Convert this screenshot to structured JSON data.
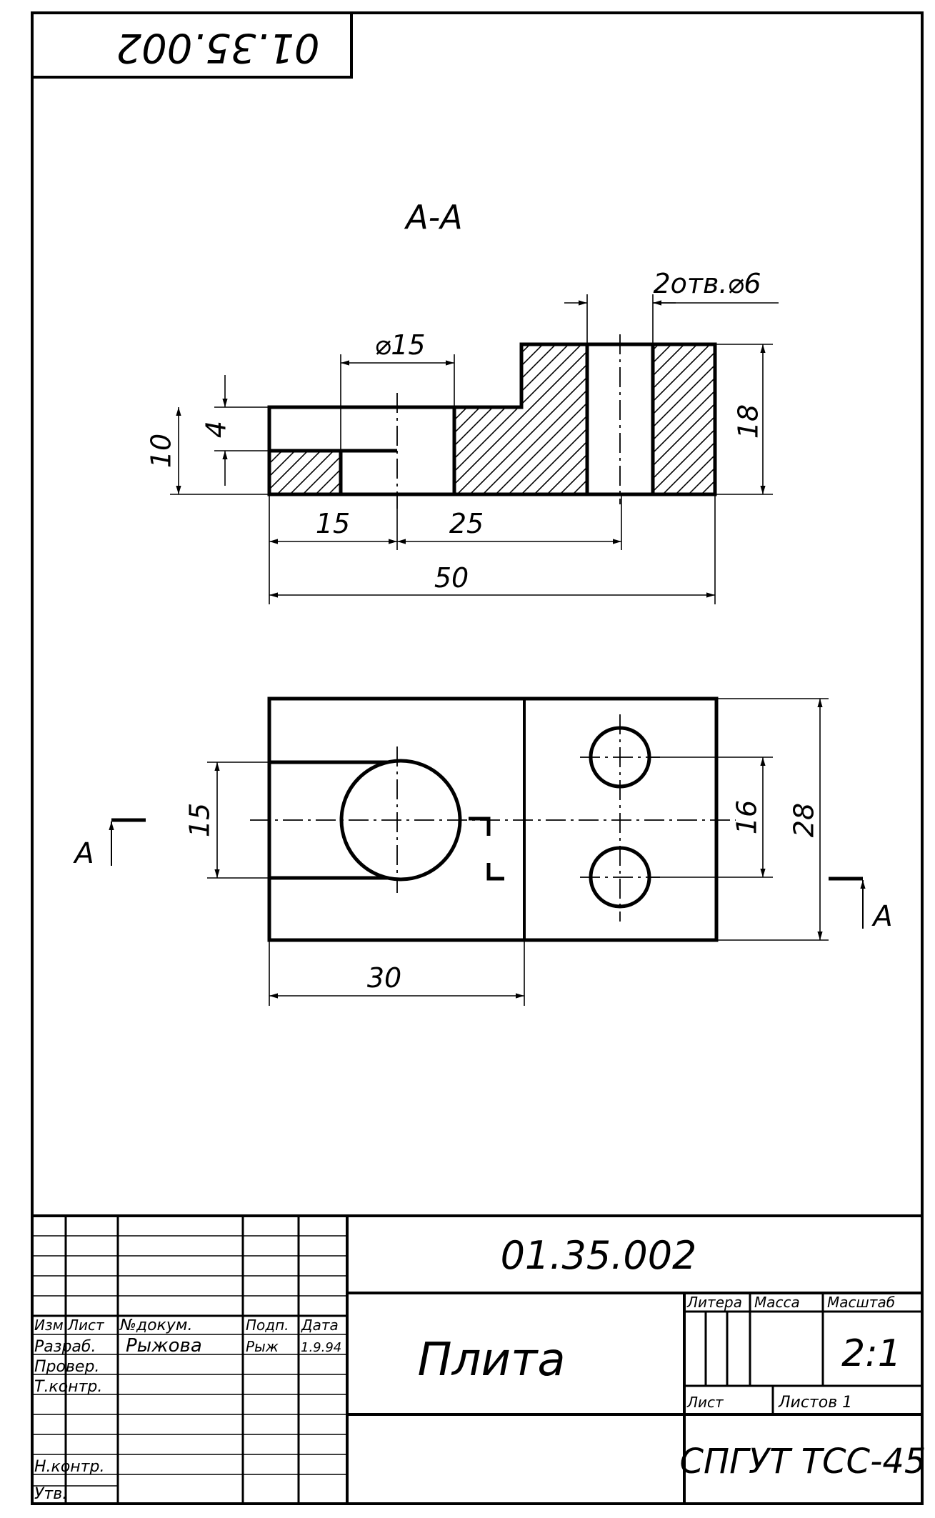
{
  "drawing_number": "01.35.002",
  "section_label": "А-А",
  "cut_mark_letter": "А",
  "dimensions": {
    "hole_callout": "2отв.⌀6",
    "bore_diameter": "⌀15",
    "depth_4": "4",
    "height_10": "10",
    "height_18": "18",
    "len_15": "15",
    "len_25": "25",
    "len_50": "50",
    "width_15": "15",
    "hole_spacing_16": "16",
    "width_28": "28",
    "len_30": "30"
  },
  "title_block": {
    "part_name": "Плита",
    "scale": "2:1",
    "organization": "СПГУТ ТСС-45",
    "headers": {
      "izm": "Изм",
      "list": "Лист",
      "doc_no": "№докум.",
      "signature": "Подп.",
      "date": "Дата",
      "litera": "Литера",
      "mass": "Масса",
      "scale": "Масштаб",
      "sheet": "Лист",
      "sheets_total": "Листов 1"
    },
    "roles": {
      "developer": "Разраб.",
      "checker": "Провер.",
      "tech_control": "Т.контр.",
      "norm_control": "Н.контр.",
      "approved": "Утв."
    },
    "developer_name": "Рыжова",
    "developer_signature": "Рыж",
    "developer_date": "1.9.94"
  }
}
